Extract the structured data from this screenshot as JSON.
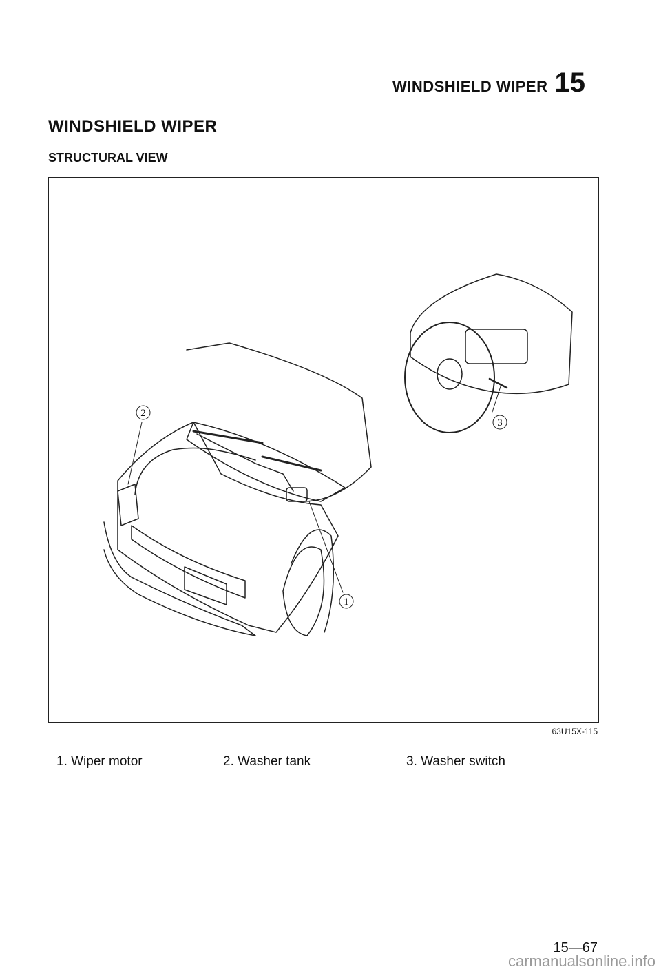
{
  "header": {
    "title": "WINDSHIELD WIPER",
    "section_number": "15"
  },
  "section_title": "WINDSHIELD WIPER",
  "subsection_title": "STRUCTURAL VIEW",
  "figure": {
    "callouts": [
      "1",
      "2",
      "3"
    ],
    "figure_id": "63U15X-115"
  },
  "legend": [
    {
      "label": "1. Wiper motor"
    },
    {
      "label": "2. Washer tank"
    },
    {
      "label": "3. Washer switch"
    }
  ],
  "page_number": "15—67",
  "watermark": "carmanualsonline.info"
}
